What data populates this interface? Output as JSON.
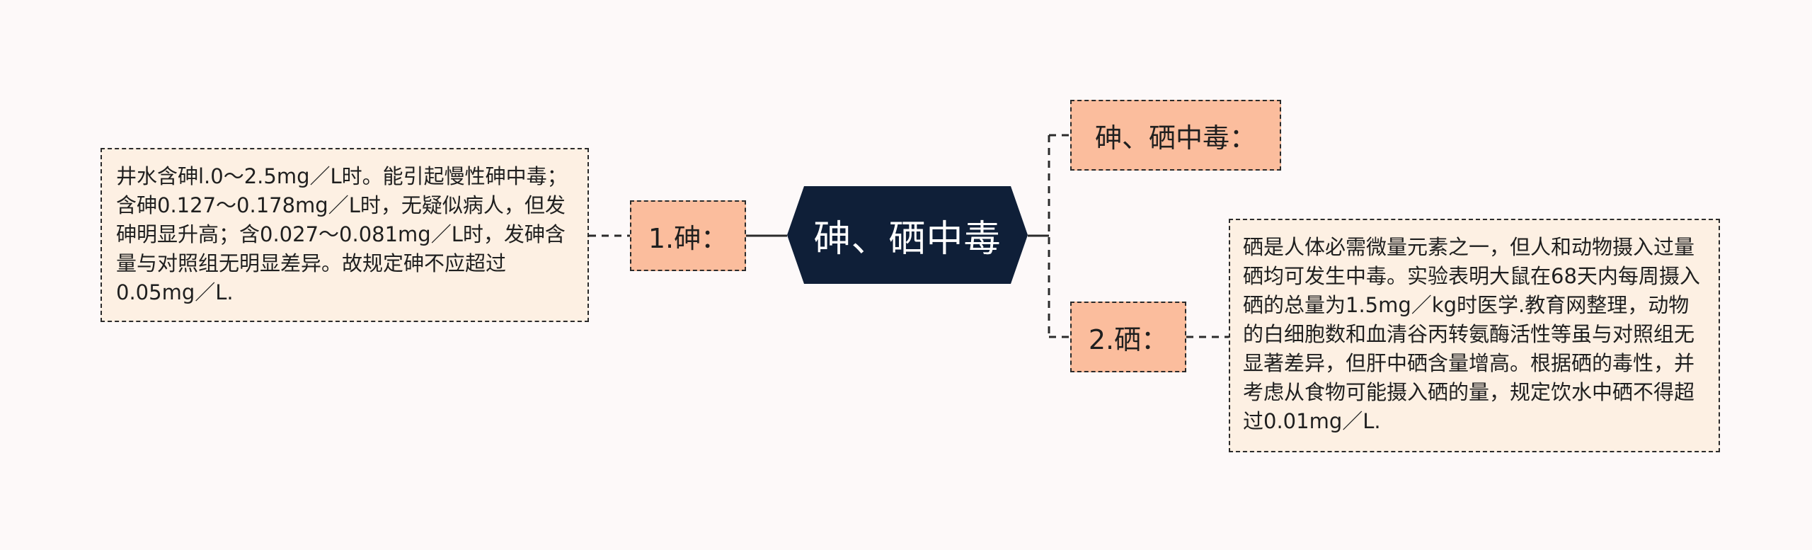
{
  "mindmap": {
    "central": {
      "label": "砷、硒中毒"
    },
    "branches": [
      {
        "label": "砷、硒中毒："
      },
      {
        "label": "1.砷：",
        "detail": "井水含砷l.0～2.5mg／L时。能引起慢性砷中毒；含砷0.127～0.178mg／L时，无疑似病人，但发砷明显升高；含0.027～0.081mg／L时，发砷含量与对照组无明显差异。故规定砷不应超过0.05mg／L."
      },
      {
        "label": "2.硒：",
        "detail": "硒是人体必需微量元素之一，但人和动物摄入过量硒均可发生中毒。实验表明大鼠在68天内每周摄入硒的总量为1.5mg／kg时医学.教育网整理，动物的白细胞数和血清谷丙转氨酶活性等虽与对照组无显著差异，但肝中硒含量增高。根据硒的毒性，并考虑从食物可能摄入硒的量，规定饮水中硒不得超过0.01mg／L."
      }
    ]
  },
  "colors": {
    "background": "#fdf9f9",
    "central_fill": "#0f1f38",
    "topic_fill": "#fbbd9d",
    "leaf_fill": "#fdf0e3",
    "line": "#2b2b2b"
  }
}
